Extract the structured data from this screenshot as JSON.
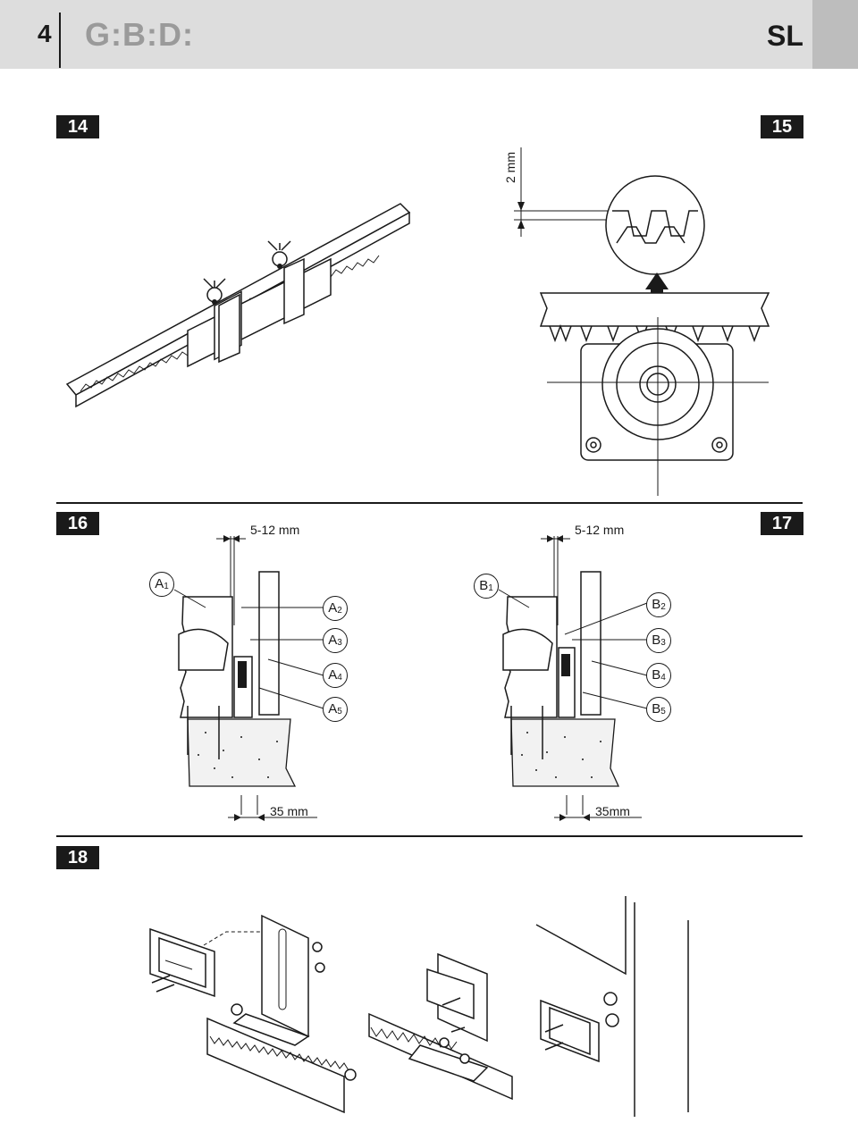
{
  "header": {
    "page_number": "4",
    "brand_logo": "G:B:D:",
    "model": "SL"
  },
  "figures": {
    "fig14": {
      "number": "14"
    },
    "fig15": {
      "number": "15",
      "clearance_label": "2 mm"
    },
    "fig16": {
      "number": "16",
      "gap_label": "5-12 mm",
      "depth_label": "35 mm",
      "callouts": [
        {
          "letter": "A",
          "index": "1"
        },
        {
          "letter": "A",
          "index": "2"
        },
        {
          "letter": "A",
          "index": "3"
        },
        {
          "letter": "A",
          "index": "4"
        },
        {
          "letter": "A",
          "index": "5"
        }
      ]
    },
    "fig17": {
      "number": "17",
      "gap_label": "5-12 mm",
      "depth_label": "35mm",
      "callouts": [
        {
          "letter": "B",
          "index": "1"
        },
        {
          "letter": "B",
          "index": "2"
        },
        {
          "letter": "B",
          "index": "3"
        },
        {
          "letter": "B",
          "index": "4"
        },
        {
          "letter": "B",
          "index": "5"
        }
      ]
    },
    "fig18": {
      "number": "18"
    }
  }
}
